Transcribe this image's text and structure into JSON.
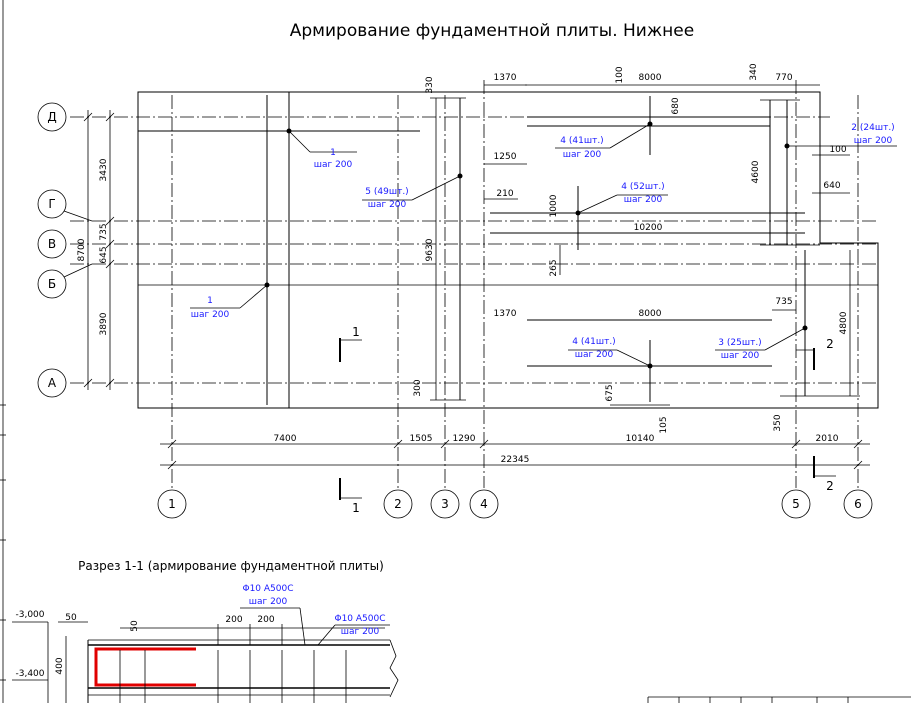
{
  "title": "Армирование фундаментной плиты. Нижнее",
  "section_title": "Разрез 1-1 (армирование фундаментной плиты)",
  "axes_letters": [
    "Д",
    "Г",
    "В",
    "Б",
    "А"
  ],
  "axes_numbers": [
    "1",
    "2",
    "3",
    "4",
    "5",
    "6"
  ],
  "rebar_labels": {
    "r1_top": "1",
    "r1_top_step": "шаг 200",
    "r1_bot": "1",
    "r1_bot_step": "шаг 200",
    "r5": "5 (49шт.)",
    "r5_step": "шаг 200",
    "r4a": "4 (41шт.)",
    "r4a_step": "шаг 200",
    "r4b": "4 (52шт.)",
    "r4b_step": "шаг 200",
    "r4c": "4 (41шт.)",
    "r4c_step": "шаг 200",
    "r2": "2 (24шт.)",
    "r2_step": "шаг 200",
    "r3": "3 (25шт.)",
    "r3_step": "шаг 200"
  },
  "dims": {
    "d330": "330",
    "d1370a": "1370",
    "d100a": "100",
    "d8000a": "8000",
    "d340": "340",
    "d770": "770",
    "d680": "680",
    "d1250": "1250",
    "d100b": "100",
    "d4600": "4600",
    "d640": "640",
    "d210": "210",
    "d1000": "1000",
    "d10200": "10200",
    "d265": "265",
    "d3430": "3430",
    "d8700": "8700",
    "d645": "645",
    "d735a": "735",
    "d3890": "3890",
    "d9630": "9630",
    "d1370b": "1370",
    "d8000b": "8000",
    "d735b": "735",
    "d4800": "4800",
    "d300": "300",
    "d675": "675",
    "d105": "105",
    "d350": "350",
    "d7400": "7400",
    "d1505": "1505",
    "d1290": "1290",
    "d10140": "10140",
    "d2010": "2010",
    "d22345": "22345"
  },
  "cut_marks": {
    "c1a": "1",
    "c1b": "1",
    "c2a": "2",
    "c2b": "2"
  },
  "section": {
    "lvl1": "-3,000",
    "lvl2": "-3,400",
    "h400": "400",
    "d50a": "50",
    "d50b": "50",
    "d200a": "200",
    "d200b": "200",
    "bar1": "Φ10 А500С",
    "bar1_step": "шаг 200",
    "bar2": "Φ10 А500С",
    "bar2_step": "шаг 200"
  }
}
